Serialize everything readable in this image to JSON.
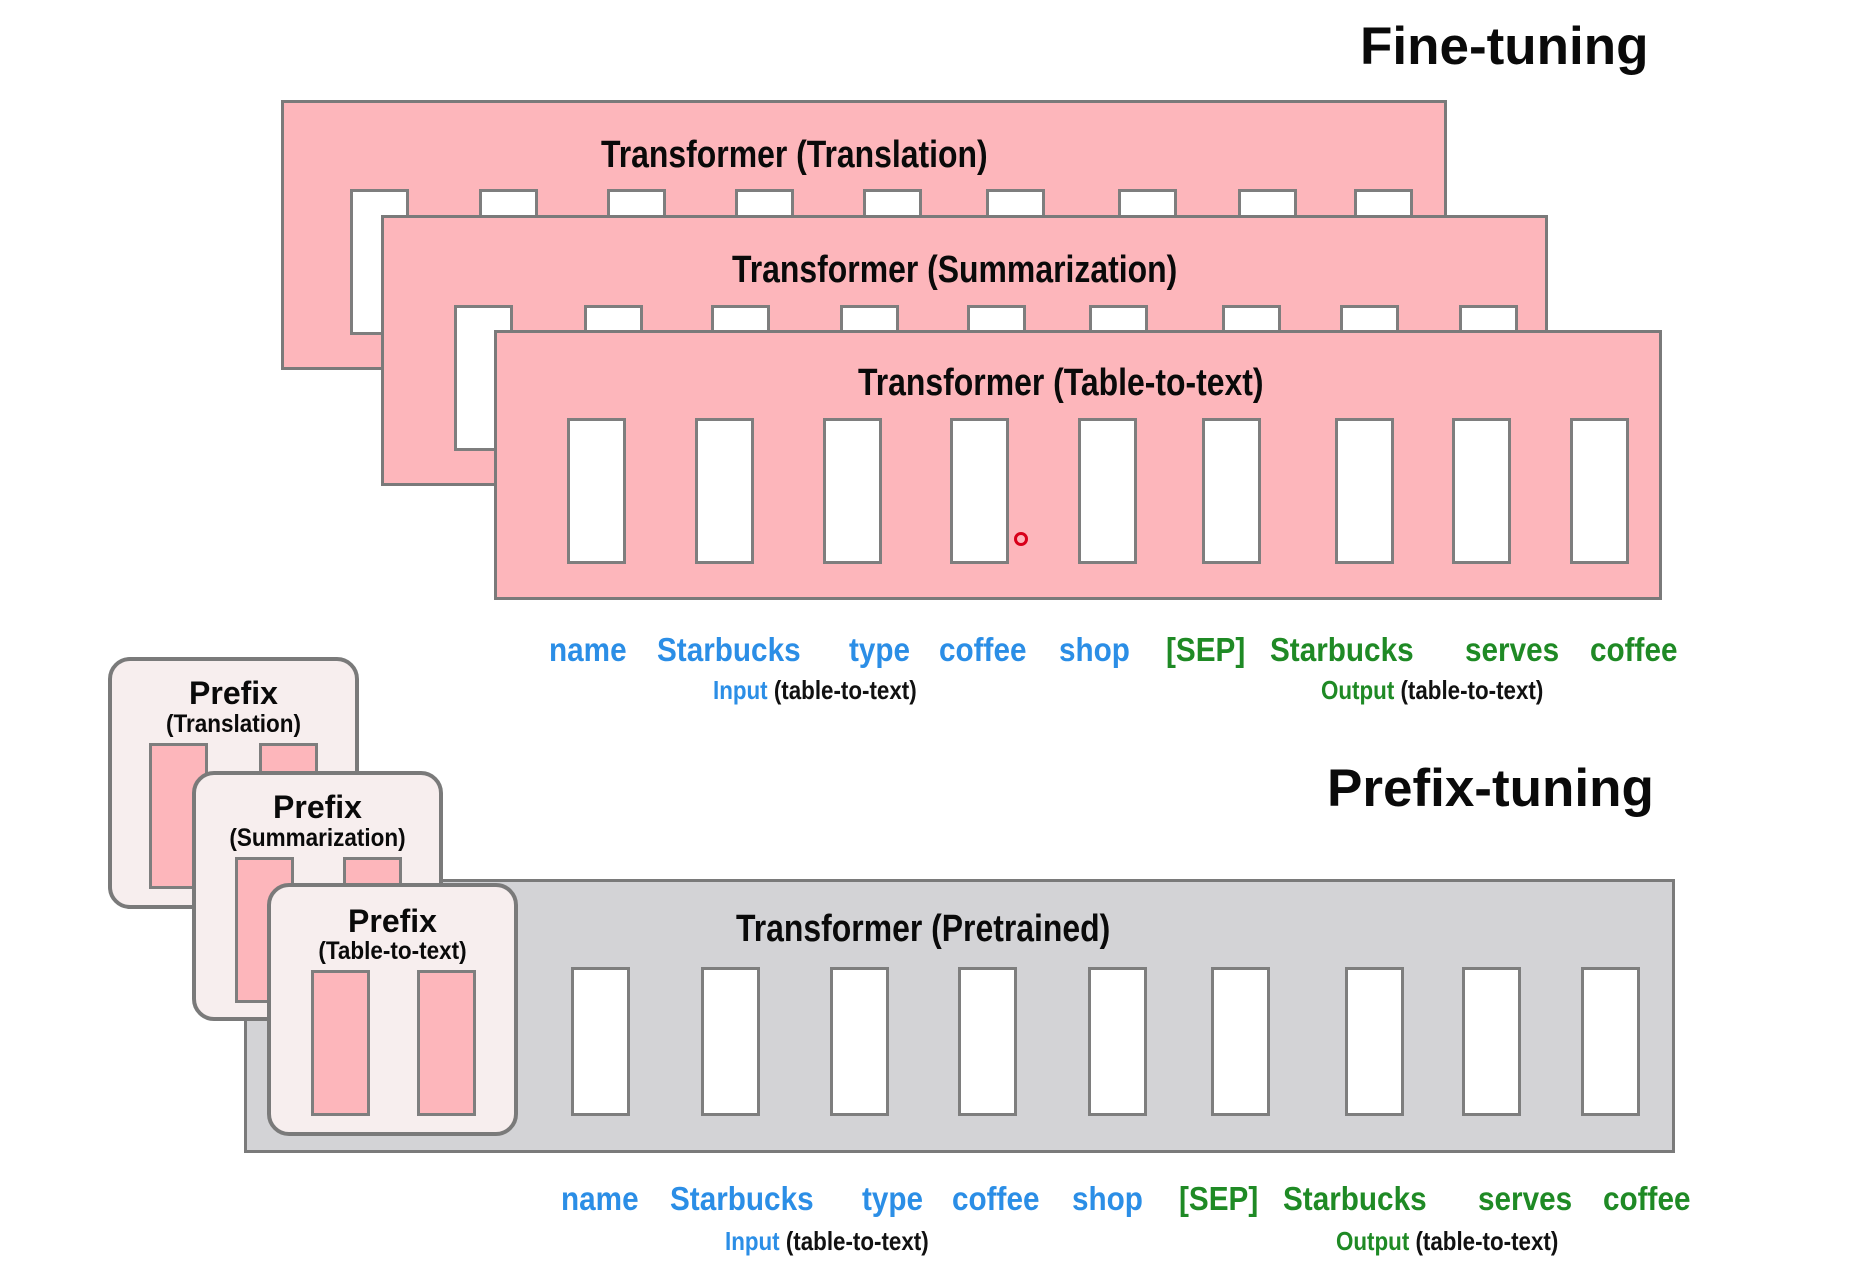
{
  "fine_tuning": {
    "heading": "Fine-tuning",
    "transformers": [
      {
        "title": "Transformer (Translation)",
        "task": "Translation",
        "blocks": 9
      },
      {
        "title": "Transformer (Summarization)",
        "task": "Summarization",
        "blocks": 9
      },
      {
        "title": "Transformer (Table-to-text)",
        "task": "Table-to-text",
        "blocks": 9
      }
    ],
    "tokens": {
      "input": [
        "name",
        "Starbucks",
        "type",
        "coffee",
        "shop"
      ],
      "output": [
        "[SEP]",
        "Starbucks",
        "serves",
        "coffee"
      ]
    },
    "input_caption": {
      "keyword": "Input",
      "rest": " (table-to-text)"
    },
    "output_caption": {
      "keyword": "Output",
      "rest": " (table-to-text)"
    }
  },
  "prefix_tuning": {
    "heading": "Prefix-tuning",
    "prefixes": [
      {
        "title": "Prefix",
        "task": "(Translation)",
        "blocks": 2
      },
      {
        "title": "Prefix",
        "task": "(Summarization)",
        "blocks": 2
      },
      {
        "title": "Prefix",
        "task": "(Table-to-text)",
        "blocks": 2
      }
    ],
    "transformer": {
      "title": "Transformer  (Pretrained)",
      "blocks": 9
    },
    "tokens": {
      "input": [
        "name",
        "Starbucks",
        "type",
        "coffee",
        "shop"
      ],
      "output": [
        "[SEP]",
        "Starbucks",
        "serves",
        "coffee"
      ]
    },
    "input_caption": {
      "keyword": "Input",
      "rest": " (table-to-text)"
    },
    "output_caption": {
      "keyword": "Output",
      "rest": " (table-to-text)"
    }
  },
  "colors": {
    "trainable_pink": "#fdb6bb",
    "frozen_gray": "#d3d3d6",
    "prefix_bg": "#f7eeee",
    "input_blue": "#2b8ee6",
    "output_green": "#1f8a25",
    "cursor_red": "#d8001a"
  }
}
